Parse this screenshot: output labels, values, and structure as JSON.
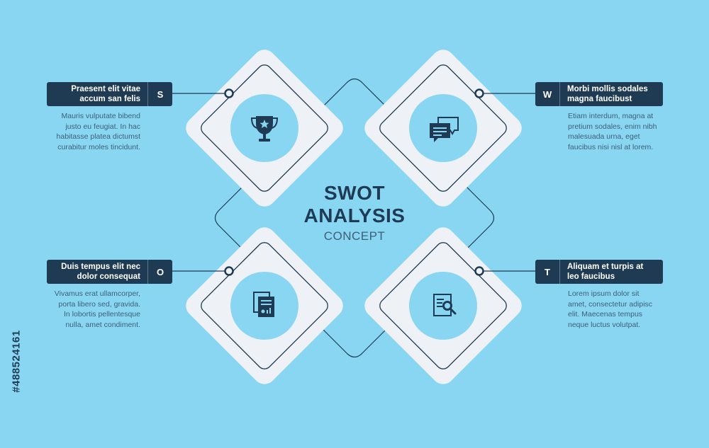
{
  "title": {
    "line1": "SWOT",
    "line2": "ANALYSIS",
    "line3": "CONCEPT"
  },
  "quadrants": [
    {
      "letter": "S",
      "title_line1": "Praesent elit vitae",
      "title_line2": "accum san felis",
      "desc": [
        "Mauris vulputate bibend",
        "justo eu feugiat. In hac",
        "habitasse platea dictumst",
        "curabitur moles tincidunt."
      ],
      "icon": "trophy-icon"
    },
    {
      "letter": "W",
      "title_line1": "Morbi mollis sodales",
      "title_line2": "magna faucibust",
      "desc": [
        "Etiam interdum, magna at",
        "pretium sodales, enim nibh",
        "malesuada urna, eget",
        "faucibus nisi nisl at lorem."
      ],
      "icon": "chat-bubbles-icon"
    },
    {
      "letter": "O",
      "title_line1": "Duis tempus elit nec",
      "title_line2": "dolor consequat",
      "desc": [
        "Vivamus erat ullamcorper,",
        "porta libero sed, gravida.",
        "In lobortis pellentesque",
        "nulla, amet condiment."
      ],
      "icon": "documents-chart-icon"
    },
    {
      "letter": "T",
      "title_line1": "Aliquam et turpis at",
      "title_line2": "leo faucibus",
      "desc": [
        "Lorem ipsum dolor sit",
        "amet, consectetur adipisc",
        "elit. Maecenas tempus",
        "neque luctus volutpat."
      ],
      "icon": "document-search-icon"
    }
  ],
  "watermark_id": "#488524161",
  "colors": {
    "background": "#89d6f3",
    "dark": "#1f3b54",
    "tile": "#eef1f5",
    "circle": "#89d6f3"
  }
}
